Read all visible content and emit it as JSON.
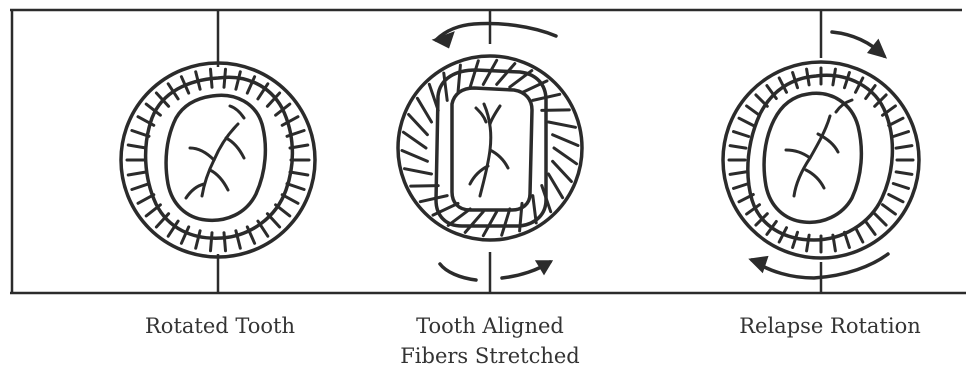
{
  "panels": [
    {
      "id": "rotated",
      "caption_lines": [
        "Rotated Tooth"
      ]
    },
    {
      "id": "aligned",
      "caption_lines": [
        "Tooth Aligned",
        "Fibers Stretched"
      ]
    },
    {
      "id": "relapse",
      "caption_lines": [
        "Relapse Rotation"
      ]
    }
  ]
}
